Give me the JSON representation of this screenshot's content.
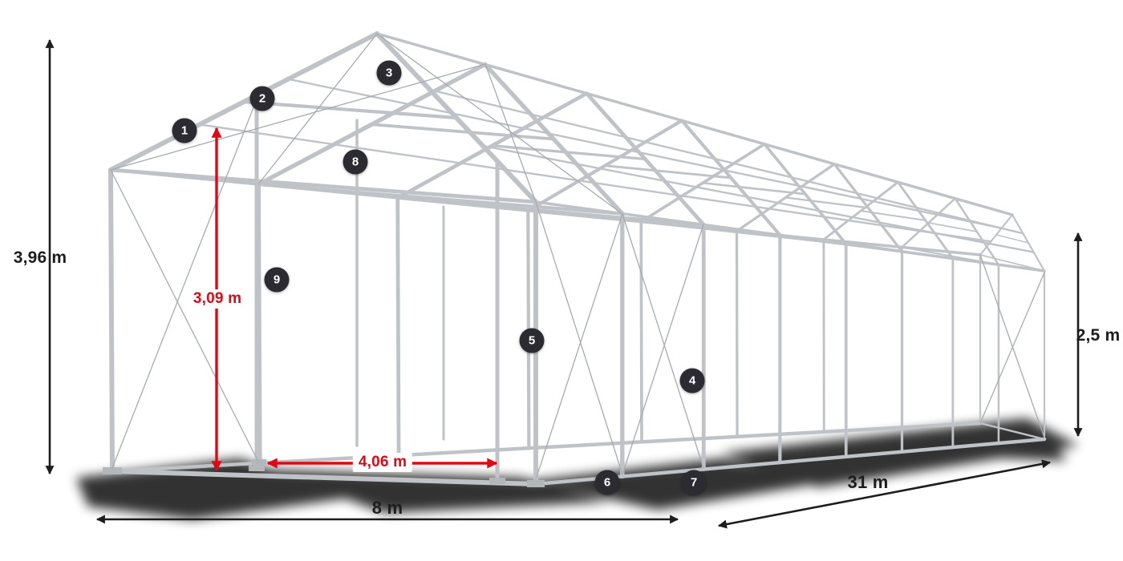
{
  "diagram": {
    "dimensions": {
      "total_height": "3,96 m",
      "entrance_height": "3,09 m",
      "side_height": "2,5 m",
      "entrance_width": "4,06 m",
      "width": "8 m",
      "length": "31 m"
    },
    "callouts": [
      {
        "label": "1"
      },
      {
        "label": "2"
      },
      {
        "label": "3"
      },
      {
        "label": "4"
      },
      {
        "label": "5"
      },
      {
        "label": "6"
      },
      {
        "label": "7"
      },
      {
        "label": "8"
      },
      {
        "label": "9"
      }
    ],
    "colors": {
      "accent_red": "#e30613",
      "badge_bg": "#2b2b31",
      "frame_tube": "#bfc3c7",
      "cable": "#a6abaf",
      "dimension_line": "#1d1d1d",
      "background": "#ffffff"
    }
  }
}
